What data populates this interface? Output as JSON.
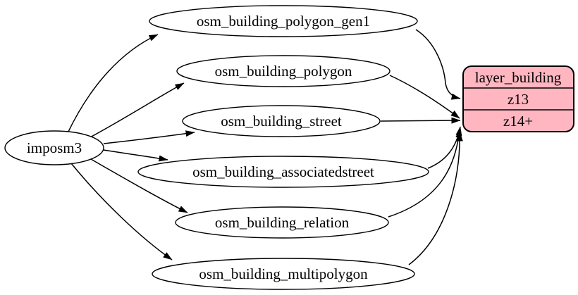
{
  "diagram": {
    "kind": "etl-graph",
    "background": "#ffffff",
    "source": {
      "label": "imposm3"
    },
    "tables": [
      {
        "label": "osm_building_polygon_gen1"
      },
      {
        "label": "osm_building_polygon"
      },
      {
        "label": "osm_building_street"
      },
      {
        "label": "osm_building_associatedstreet"
      },
      {
        "label": "osm_building_relation"
      },
      {
        "label": "osm_building_multipolygon"
      }
    ],
    "layer": {
      "title": "layer_building",
      "zoom_rows": [
        {
          "label": "z13"
        },
        {
          "label": "z14+"
        }
      ],
      "fill": "#ffb6c1",
      "stroke": "#000000"
    },
    "edges": {
      "from_source": [
        "osm_building_polygon_gen1",
        "osm_building_polygon",
        "osm_building_street",
        "osm_building_associatedstreet",
        "osm_building_relation",
        "osm_building_multipolygon"
      ],
      "to_layer": [
        {
          "from": "osm_building_polygon_gen1",
          "to_row": "z13"
        },
        {
          "from": "osm_building_polygon",
          "to_row": "z14+"
        },
        {
          "from": "osm_building_street",
          "to_row": "z14+"
        },
        {
          "from": "osm_building_associatedstreet",
          "to_row": "z14+"
        },
        {
          "from": "osm_building_relation",
          "to_row": "z14+"
        },
        {
          "from": "osm_building_multipolygon",
          "to_row": "z14+"
        }
      ]
    },
    "colors": {
      "edge": "#000000",
      "node_fill": "#ffffff",
      "node_stroke": "#000000",
      "layer_fill": "#ffb6c1"
    }
  }
}
